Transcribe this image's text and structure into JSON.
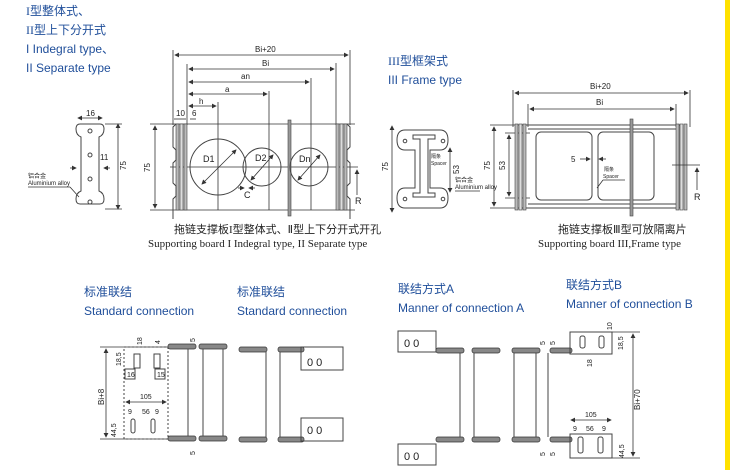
{
  "section_1": {
    "title_lines": [
      "I型整体式、",
      "II型上下分开式",
      "I Indegral type、",
      "II Separate type"
    ],
    "side_view": {
      "width_label": "16",
      "inner_label": "11",
      "height_label": "75",
      "material_cn": "铝合金",
      "material_en": "Aluminium alloy"
    },
    "front_view": {
      "dims": [
        "Bi+20",
        "Bi",
        "an",
        "a",
        "h",
        "10",
        "6",
        "75",
        "C",
        "R"
      ],
      "circles": [
        "D1",
        "D2",
        "Dn"
      ]
    },
    "caption_cn": "拖链支撑板I型整体式、Ⅱ型上下分开式开孔",
    "caption_en": "Supporting board I Indegral type, II Separate type"
  },
  "section_2": {
    "title_lines": [
      "III型框架式",
      "III Frame type"
    ],
    "side_view": {
      "height_label": "75",
      "inner_label": "53",
      "spacer_cn": "隔条",
      "spacer_en": "Spacer",
      "material_cn": "铝合金",
      "material_en": "Aluminium alloy"
    },
    "front_view": {
      "dims": [
        "Bi+20",
        "Bi",
        "75",
        "53",
        "5",
        "R"
      ],
      "spacer_cn": "隔条",
      "spacer_en": "Spacer"
    },
    "caption_cn": "拖链支撑板Ⅲ型可放隔离片",
    "caption_en": "Supporting board III,Frame type"
  },
  "connections": [
    {
      "title_cn": "标准联结",
      "title_en": "Standard connection",
      "dims": [
        "18",
        "4",
        "18,5",
        "16",
        "15",
        "Bi+8",
        "105",
        "9",
        "56",
        "9",
        "44,5",
        "5",
        "5"
      ]
    },
    {
      "title_cn": "标准联结",
      "title_en": "Standard connection",
      "dims": []
    },
    {
      "title_cn": "联结方式A",
      "title_en": "Manner of connection A",
      "dims": [
        "5",
        "5"
      ]
    },
    {
      "title_cn": "联结方式B",
      "title_en": "Manner of connection B",
      "dims": [
        "10",
        "18",
        "18,5",
        "Bi+70",
        "105",
        "9",
        "56",
        "9",
        "44,5",
        "5",
        "5"
      ]
    }
  ],
  "colors": {
    "title_blue": "#1f4e9a",
    "accent_yellow": "#ffe100"
  }
}
